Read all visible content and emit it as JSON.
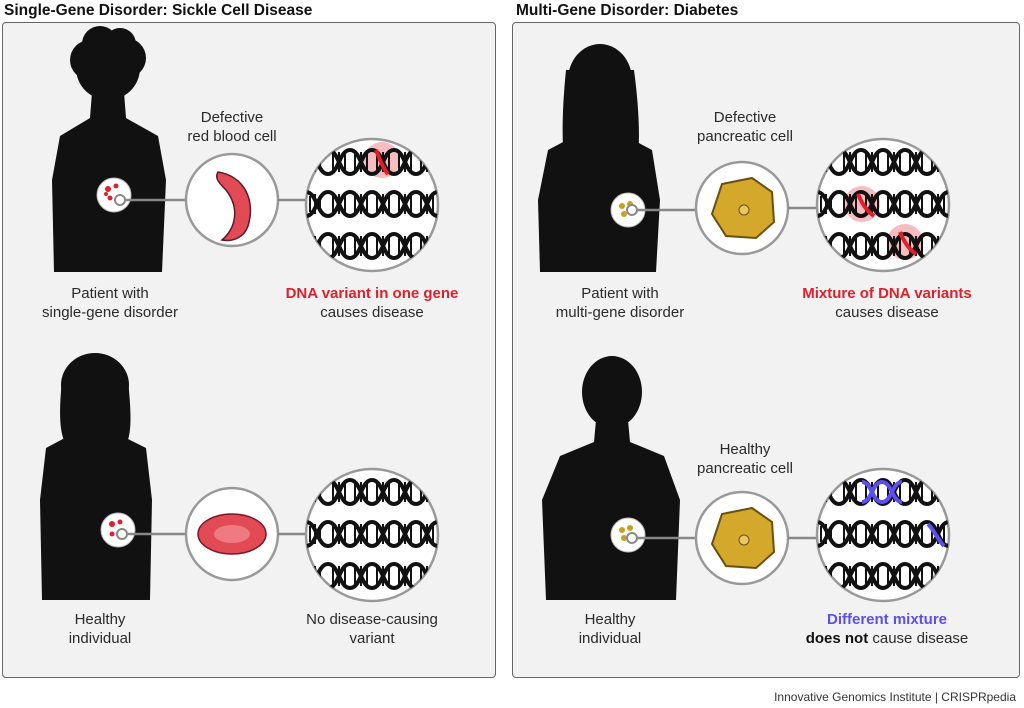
{
  "left_panel": {
    "title": "Single-Gene Disorder: Sickle Cell Disease",
    "top": {
      "cell_label": [
        "Defective",
        "red blood cell"
      ],
      "patient_label": [
        "Patient with",
        "single-gene disorder"
      ],
      "dna_label_highlight": "DNA variant in one gene",
      "dna_label_rest": "causes disease"
    },
    "bottom": {
      "patient_label": [
        "Healthy",
        "individual"
      ],
      "dna_label": [
        "No disease-causing",
        "variant"
      ]
    }
  },
  "right_panel": {
    "title": "Multi-Gene Disorder: Diabetes",
    "top": {
      "cell_label": [
        "Defective",
        "pancreatic cell"
      ],
      "patient_label": [
        "Patient with",
        "multi-gene disorder"
      ],
      "dna_label_highlight": "Mixture of DNA variants",
      "dna_label_rest": "causes disease"
    },
    "bottom": {
      "cell_label": [
        "Healthy",
        "pancreatic cell"
      ],
      "patient_label": [
        "Healthy",
        "individual"
      ],
      "dna_label_highlight": "Different mixture",
      "dna_label_bold": "does not",
      "dna_label_rest": " cause disease"
    }
  },
  "credit": "Innovative Genomics Institute | CRISPRpedia",
  "colors": {
    "variant_red": "#e0202b",
    "different_blue": "#5a4ff0",
    "panel_bg": "#f2f2f2"
  }
}
